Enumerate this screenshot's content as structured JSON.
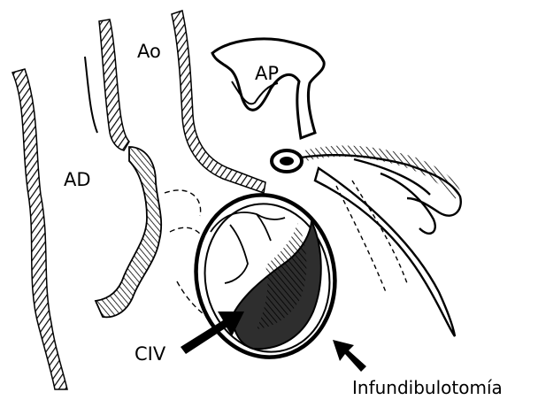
{
  "labels": {
    "ao": "Ao",
    "ap": "AP",
    "ad": "AD",
    "civ": "CIV",
    "infundibulotomia": "Infundibulotomía"
  },
  "colors": {
    "ink": "#000000",
    "paper": "#ffffff",
    "shade": "#3a3a3a"
  }
}
